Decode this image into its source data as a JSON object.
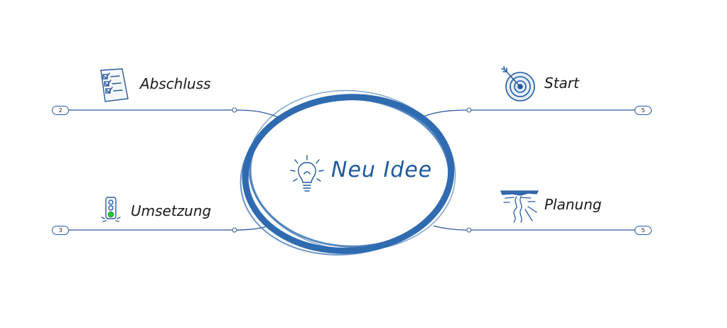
{
  "central": {
    "title": "Neu Idee",
    "icon": "lightbulb-icon"
  },
  "branches": {
    "abschluss": {
      "label": "Abschluss",
      "count": "2",
      "icon": "checklist-icon"
    },
    "umsetzung": {
      "label": "Umsetzung",
      "count": "3",
      "icon": "traffic-light-icon"
    },
    "start": {
      "label": "Start",
      "count": "5",
      "icon": "target-icon"
    },
    "planung": {
      "label": "Planung",
      "count": "5",
      "icon": "landscape-path-icon"
    }
  },
  "colors": {
    "line": "#2b5aa0",
    "central_ring": "#2f6bb0",
    "central_title": "#1f5a9e",
    "label": "#1b1b1b",
    "traffic_light_green": "#22cc33"
  }
}
